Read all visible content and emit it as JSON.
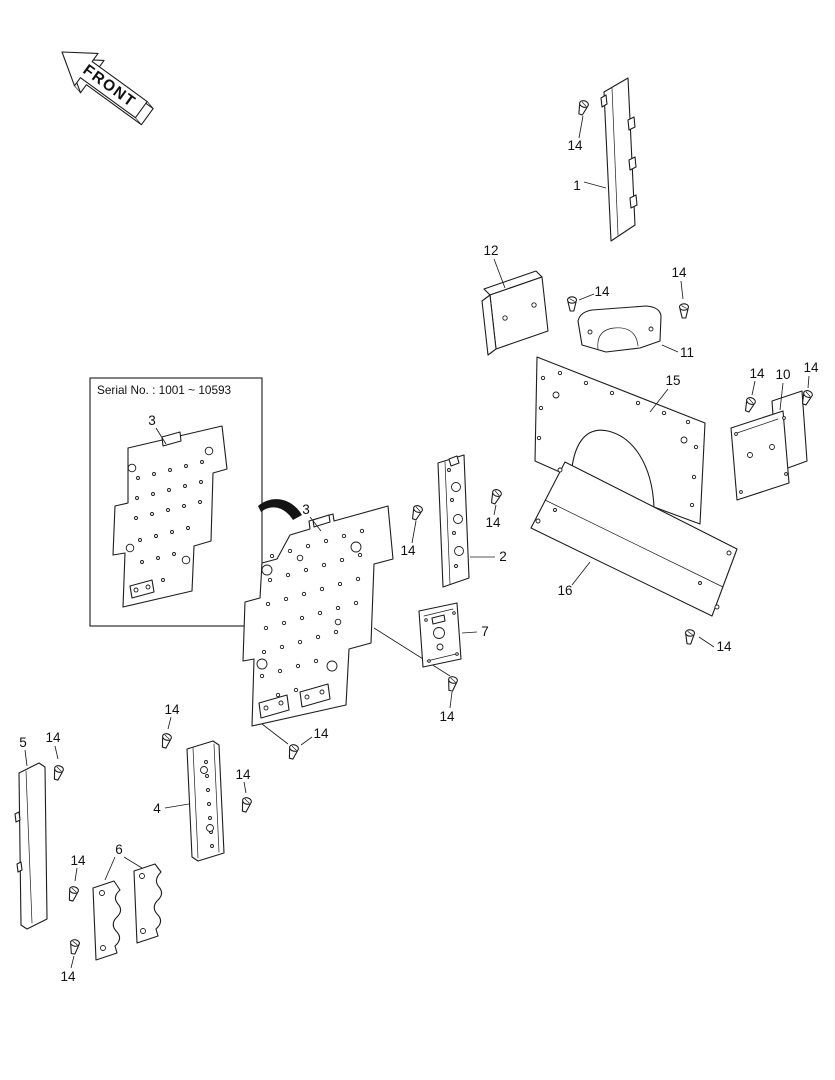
{
  "diagram": {
    "front_label": "FRONT",
    "inset": {
      "serial_note": "Serial No. : 1001 ~ 10593"
    },
    "callouts": {
      "n1": "1",
      "n2": "2",
      "n3": "3",
      "n4": "4",
      "n5": "5",
      "n6": "6",
      "n7": "7",
      "n10": "10",
      "n11": "11",
      "n12": "12",
      "n14": "14",
      "n15": "15",
      "n16": "16"
    }
  }
}
